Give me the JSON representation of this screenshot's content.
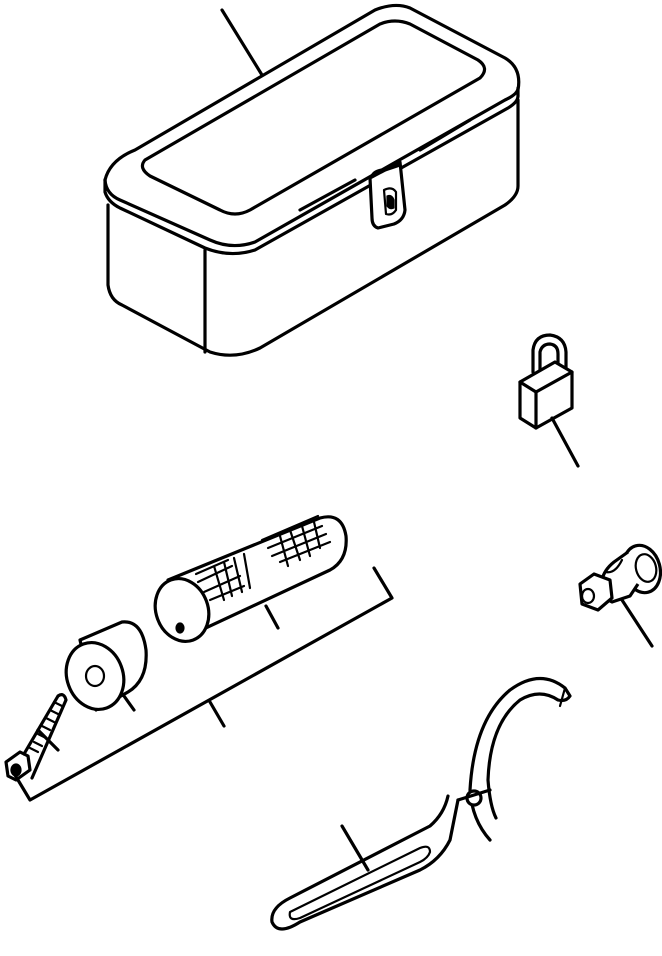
{
  "figure": {
    "parts": [
      {
        "name": "tool-box-with-lid-and-latch"
      },
      {
        "name": "padlock"
      },
      {
        "name": "grease-fitting-adapter"
      },
      {
        "name": "spanner-hook-wrench"
      },
      {
        "name": "grip-handle-assembly",
        "components": [
          "cap-screw",
          "end-cap",
          "knurled-grip"
        ]
      }
    ],
    "callouts": [
      "tool-box",
      "padlock",
      "fitting",
      "wrench",
      "grip",
      "end-cap",
      "cap-screw",
      "assembly"
    ],
    "line_color": "#000000",
    "background": "#ffffff"
  }
}
